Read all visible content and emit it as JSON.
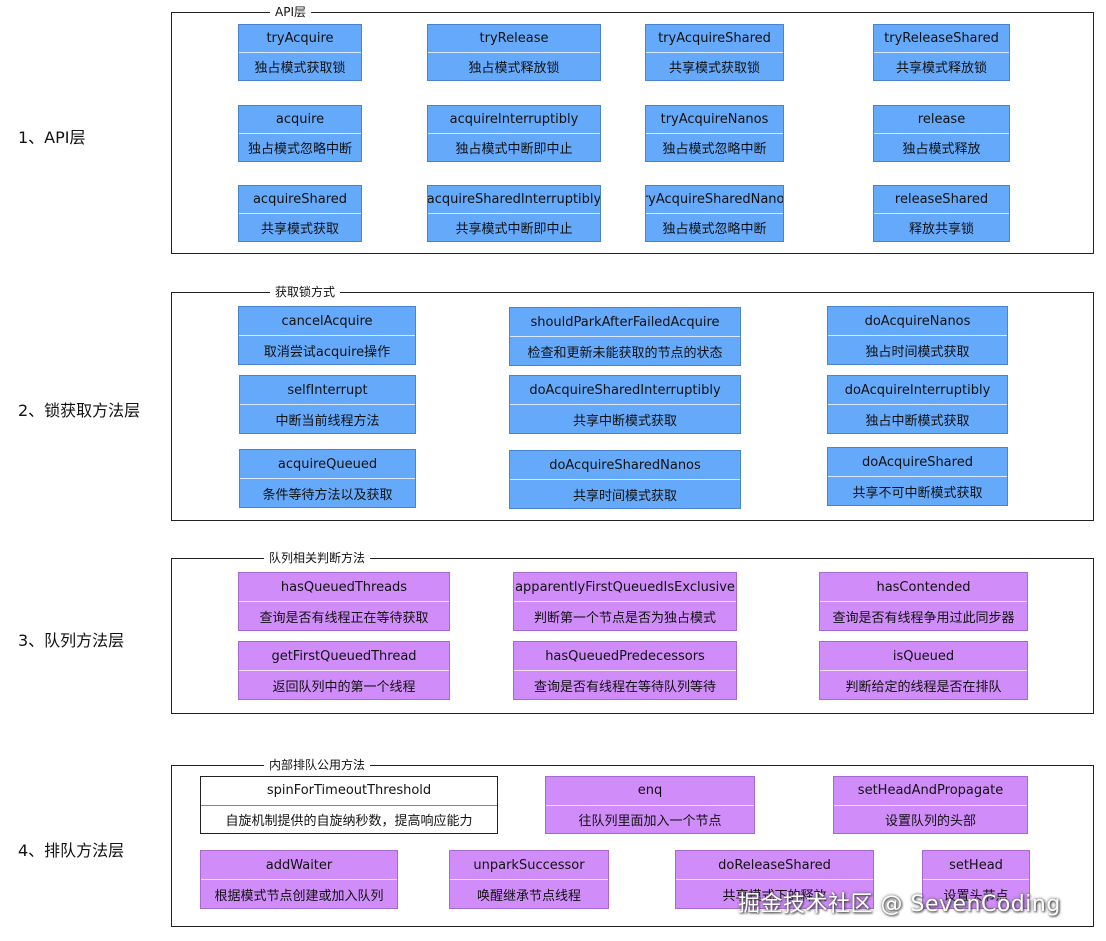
{
  "layers": [
    {
      "label": "1、API层",
      "title": "API层",
      "cards": [
        {
          "name": "tryAcquire",
          "desc": "独占模式获取锁",
          "color": "blue"
        },
        {
          "name": "tryRelease",
          "desc": "独占模式释放锁",
          "color": "blue"
        },
        {
          "name": "tryAcquireShared",
          "desc": "共享模式获取锁",
          "color": "blue"
        },
        {
          "name": "tryReleaseShared",
          "desc": "共享模式释放锁",
          "color": "blue"
        },
        {
          "name": "acquire",
          "desc": "独占模式忽略中断",
          "color": "blue"
        },
        {
          "name": "acquireInterruptibly",
          "desc": "独占模式中断即中止",
          "color": "blue"
        },
        {
          "name": "tryAcquireNanos",
          "desc": "独占模式忽略中断",
          "color": "blue"
        },
        {
          "name": "release",
          "desc": "独占模式释放",
          "color": "blue"
        },
        {
          "name": "acquireShared",
          "desc": "共享模式获取",
          "color": "blue"
        },
        {
          "name": "acquireSharedInterruptibly",
          "desc": "共享模式中断即中止",
          "color": "blue"
        },
        {
          "name": "tryAcquireSharedNanos",
          "desc": "独占模式忽略中断",
          "color": "blue"
        },
        {
          "name": "releaseShared",
          "desc": "释放共享锁",
          "color": "blue"
        }
      ]
    },
    {
      "label": "2、锁获取方法层",
      "title": "获取锁方式",
      "cards": [
        {
          "name": "cancelAcquire",
          "desc": "取消尝试acquire操作",
          "color": "blue"
        },
        {
          "name": "shouldParkAfterFailedAcquire",
          "desc": "检查和更新未能获取的节点的状态",
          "color": "blue"
        },
        {
          "name": "doAcquireNanos",
          "desc": "独占时间模式获取",
          "color": "blue"
        },
        {
          "name": "selfInterrupt",
          "desc": "中断当前线程方法",
          "color": "blue"
        },
        {
          "name": "doAcquireSharedInterruptibly",
          "desc": "共享中断模式获取",
          "color": "blue"
        },
        {
          "name": "doAcquireInterruptibly",
          "desc": "独占中断模式获取",
          "color": "blue"
        },
        {
          "name": "acquireQueued",
          "desc": "条件等待方法以及获取",
          "color": "blue"
        },
        {
          "name": "doAcquireSharedNanos",
          "desc": "共享时间模式获取",
          "color": "blue"
        },
        {
          "name": "doAcquireShared",
          "desc": "共享不可中断模式获取",
          "color": "blue"
        }
      ]
    },
    {
      "label": "3、队列方法层",
      "title": "队列相关判断方法",
      "cards": [
        {
          "name": "hasQueuedThreads",
          "desc": "查询是否有线程正在等待获取",
          "color": "purple"
        },
        {
          "name": "apparentlyFirstQueuedIsExclusive",
          "desc": "判断第一个节点是否为独占模式",
          "color": "purple"
        },
        {
          "name": "hasContended",
          "desc": "查询是否有线程争用过此同步器",
          "color": "purple"
        },
        {
          "name": "getFirstQueuedThread",
          "desc": "返回队列中的第一个线程",
          "color": "purple"
        },
        {
          "name": "hasQueuedPredecessors",
          "desc": "查询是否有线程在等待队列等待",
          "color": "purple"
        },
        {
          "name": "isQueued",
          "desc": "判断给定的线程是否在排队",
          "color": "purple"
        }
      ]
    },
    {
      "label": "4、排队方法层",
      "title": "内部排队公用方法",
      "cards": [
        {
          "name": "spinForTimeoutThreshold",
          "desc": "自旋机制提供的自旋纳秒数，提高响应能力",
          "color": "white"
        },
        {
          "name": "enq",
          "desc": "往队列里面加入一个节点",
          "color": "purple"
        },
        {
          "name": "setHeadAndPropagate",
          "desc": "设置队列的头部",
          "color": "purple"
        },
        {
          "name": "addWaiter",
          "desc": "根据模式节点创建或加入队列",
          "color": "purple"
        },
        {
          "name": "unparkSuccessor",
          "desc": "唤醒继承节点线程",
          "color": "purple"
        },
        {
          "name": "doReleaseShared",
          "desc": "共享模式下的释放",
          "color": "purple"
        },
        {
          "name": "setHead",
          "desc": "设置头节点",
          "color": "purple"
        }
      ]
    }
  ],
  "watermark": "掘金技术社区 @ SevenCoding"
}
